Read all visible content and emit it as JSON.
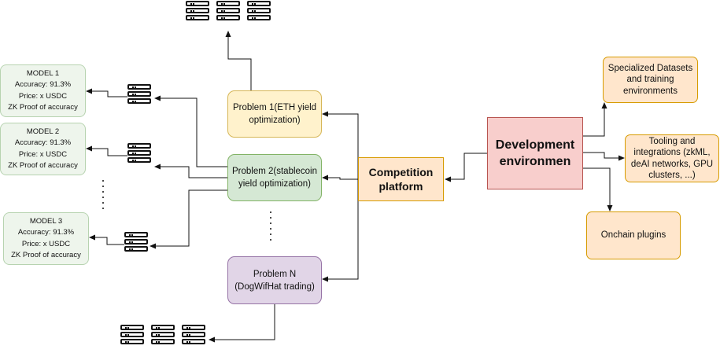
{
  "development": {
    "line1": "Development",
    "line2": "environmen"
  },
  "competition": {
    "line1": "Competition",
    "line2": "platform"
  },
  "features": {
    "datasets": {
      "line1": "Specialized Datasets",
      "line2": "and training",
      "line3": "environments"
    },
    "tooling": {
      "line1": "Tooling and",
      "line2": "integrations (zkML,",
      "line3": "deAI networks, GPU",
      "line4": "clusters, ...)"
    },
    "onchain": {
      "line1": "Onchain plugins"
    }
  },
  "problems": {
    "p1": {
      "line1": "Problem 1(ETH yield",
      "line2": "optimization)"
    },
    "p2": {
      "line1": "Problem 2(stablecoin",
      "line2": "yield optimization)"
    },
    "pn": {
      "line1": "Problem N",
      "line2": "(DogWifHat trading)"
    }
  },
  "models": [
    {
      "name": "MODEL 1",
      "accuracy": "Accuracy: 91.3%",
      "price": "Price: x USDC",
      "proof": "ZK Proof of accuracy"
    },
    {
      "name": "MODEL 2",
      "accuracy": "Accuracy: 91.3%",
      "price": "Price: x USDC",
      "proof": "ZK Proof of accuracy"
    },
    {
      "name": "MODEL 3",
      "accuracy": "Accuracy: 91.3%",
      "price": "Price: x USDC",
      "proof": "ZK Proof of accuracy"
    }
  ],
  "colors": {
    "problem1_fill": "#fff2cc",
    "problem2_fill": "#d5e8d4",
    "problemN_fill": "#e1d5e7",
    "feature_fill": "#ffe6cc",
    "development_fill": "#f8cecc",
    "model_fill": "#eef5ec"
  },
  "icons": {
    "server": "server-stack-icon",
    "ellipsis": "vertical-ellipsis-icon"
  }
}
